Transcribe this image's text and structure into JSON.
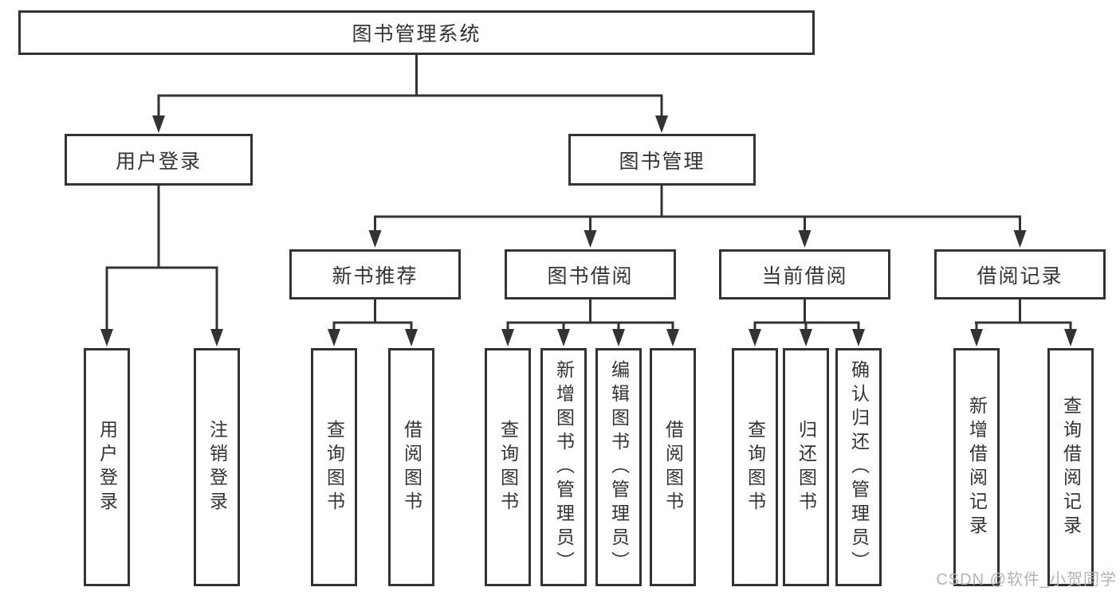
{
  "title": "图书管理系统",
  "level2": {
    "login_branch": "用户登录",
    "management_branch": "图书管理"
  },
  "level3": [
    "新书推荐",
    "图书借阅",
    "当前借阅",
    "借阅记录"
  ],
  "leaves": {
    "login": [
      "用户登录",
      "注销登录"
    ],
    "recommend": [
      "查询图书",
      "借阅图书"
    ],
    "borrow": [
      "查询图书",
      "新增图书（管理员）",
      "编辑图书（管理员）",
      "借阅图书"
    ],
    "current": [
      "查询图书",
      "归还图书",
      "确认归还（管理员）"
    ],
    "records": [
      "新增借阅记录",
      "查询借阅记录"
    ]
  },
  "watermark": "CSDN @软件_小贺同学",
  "colors": {
    "line": "#333333",
    "text": "#333333",
    "watermark": "#b2b2b2",
    "background": "#ffffff"
  }
}
